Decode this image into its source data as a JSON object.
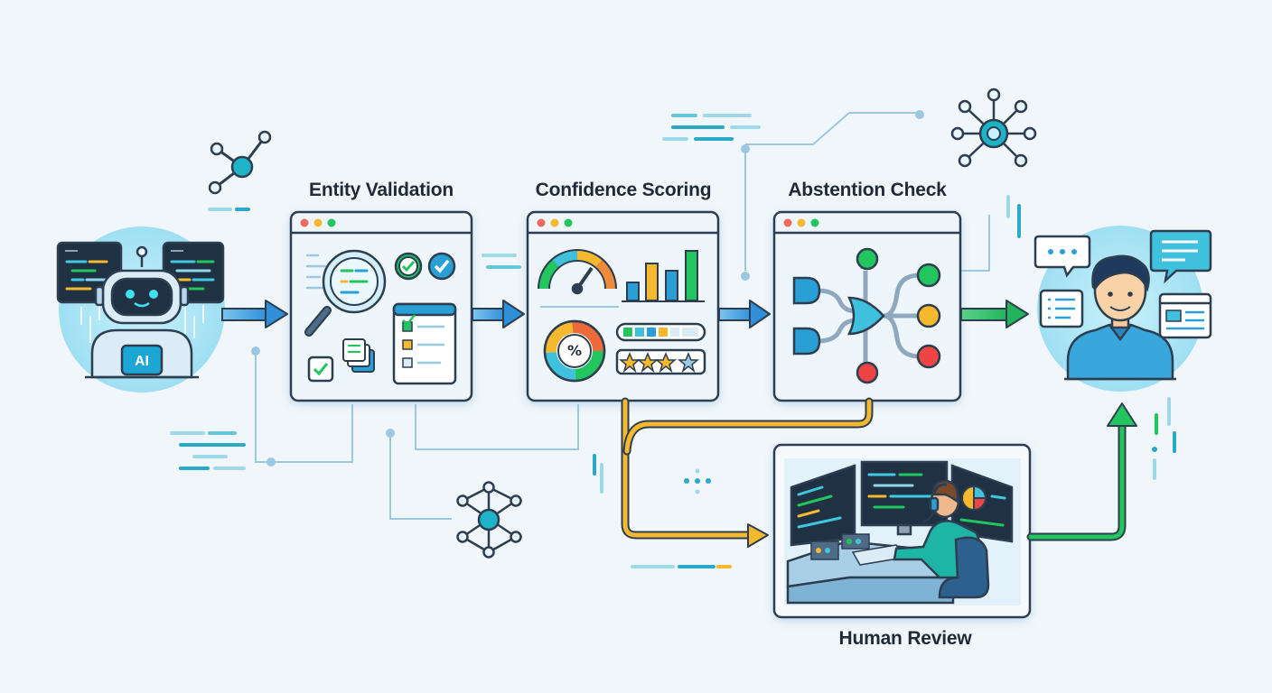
{
  "stages": {
    "entity_validation": "Entity Validation",
    "confidence_scoring": "Confidence Scoring",
    "abstention_check": "Abstention Check",
    "human_review": "Human Review"
  },
  "ai_agent": {
    "badge": "AI"
  },
  "confidence_gauge": {
    "center_symbol": "%"
  },
  "icons": [
    "robot-icon",
    "code-window-icon",
    "magnifier-icon",
    "checkmark-icon",
    "checklist-icon",
    "speedometer-icon",
    "bar-chart-icon",
    "percent-donut-icon",
    "progress-bar-icon",
    "star-rating-icon",
    "logic-gate-icon",
    "decision-node-icon",
    "operator-workstation-icon",
    "user-avatar-icon",
    "chat-bubble-icon",
    "network-node-icon",
    "arrow-icon"
  ],
  "colors": {
    "primary_blue": "#2f8fd8",
    "teal": "#14b8a6",
    "decision_green": "#22c55e",
    "decision_yellow": "#f5b82e",
    "decision_red": "#ef4444",
    "review_path": "#f5b82e",
    "approved_path": "#22c55e",
    "outline": "#2d3e50"
  }
}
